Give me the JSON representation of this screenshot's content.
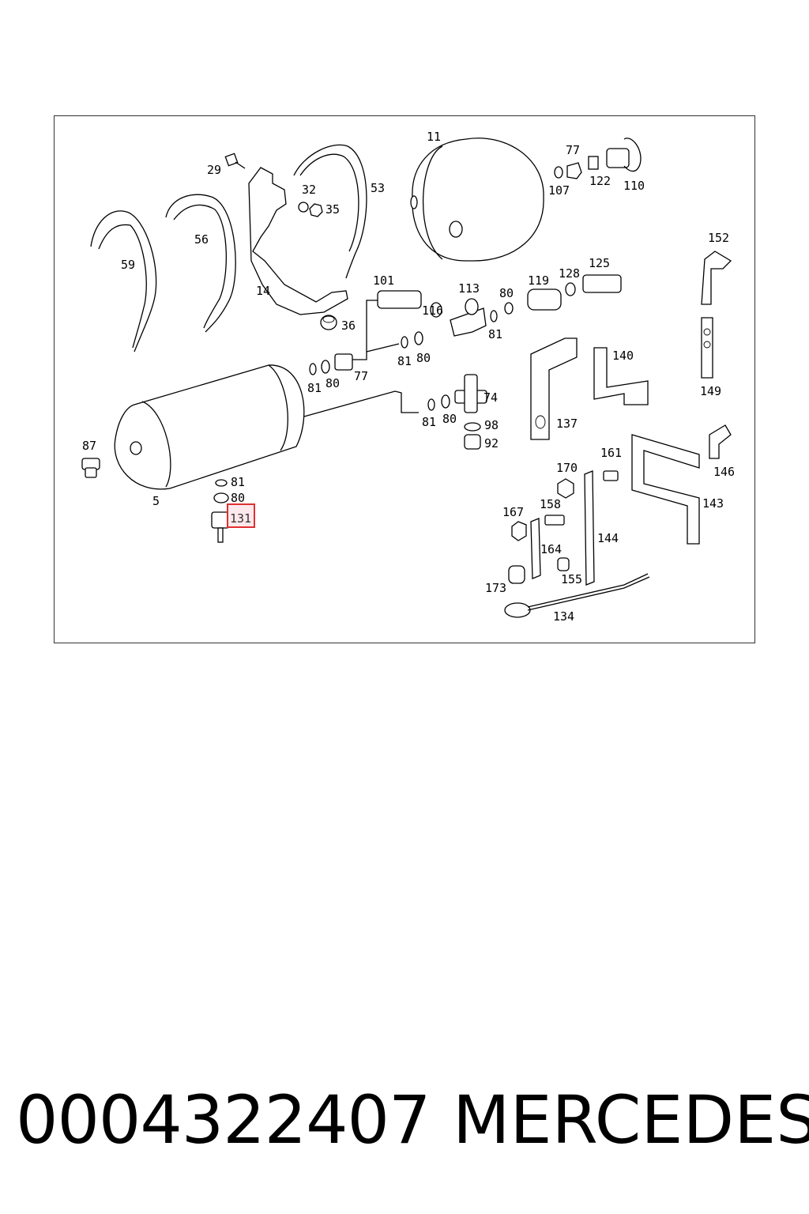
{
  "diagram": {
    "labels": {
      "p11": "11",
      "p77a": "77",
      "p29": "29",
      "p32": "32",
      "p35": "35",
      "p53": "53",
      "p107": "107",
      "p122": "122",
      "p110": "110",
      "p56": "56",
      "p59": "59",
      "p14": "14",
      "p36": "36",
      "p101": "101",
      "p113": "113",
      "p119": "119",
      "p128": "128",
      "p125": "125",
      "p152": "152",
      "p116": "116",
      "p80a": "80",
      "p81a": "81",
      "p81b": "81",
      "p80b": "80",
      "p81c": "81",
      "p80c": "80",
      "p77b": "77",
      "p140": "140",
      "p149": "149",
      "p74": "74",
      "p81d": "81",
      "p80d": "80",
      "p98": "98",
      "p92": "92",
      "p137": "137",
      "p87": "87",
      "p146": "146",
      "p161": "161",
      "p170": "170",
      "p143": "143",
      "p81e": "81",
      "p80e": "80",
      "p5": "5",
      "p131": "131",
      "p167": "167",
      "p158": "158",
      "p144": "144",
      "p164": "164",
      "p173": "173",
      "p155": "155",
      "p134": "134"
    },
    "highlight": {
      "part": "131",
      "color": "#e03030"
    }
  },
  "caption": {
    "part_number": "0004322407",
    "brand": "MERCEDES"
  }
}
